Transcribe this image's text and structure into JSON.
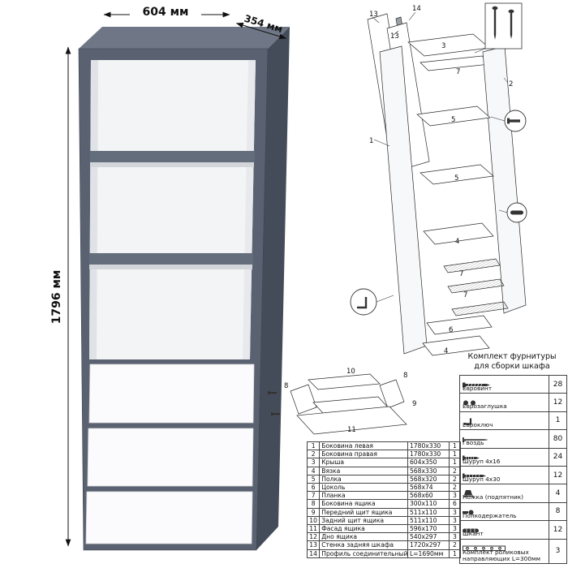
{
  "dimensions": {
    "width": "604 мм",
    "depth": "354 мм",
    "height": "1796 мм"
  },
  "exploded": {
    "labels": [
      "13",
      "13",
      "14",
      "3",
      "7",
      "2",
      "5",
      "5",
      "1",
      "4",
      "7",
      "7",
      "6",
      "4"
    ]
  },
  "drawer": {
    "labels": [
      "10",
      "8",
      "8",
      "9",
      "11"
    ]
  },
  "parts": {
    "rows": [
      {
        "num": "1",
        "name": "Боковина левая",
        "size": "1780x330",
        "qty": "1"
      },
      {
        "num": "2",
        "name": "Боковина правая",
        "size": "1780x330",
        "qty": "1"
      },
      {
        "num": "3",
        "name": "Крыша",
        "size": "604x350",
        "qty": "1"
      },
      {
        "num": "4",
        "name": "Вязка",
        "size": "568x330",
        "qty": "2"
      },
      {
        "num": "5",
        "name": "Полка",
        "size": "568x320",
        "qty": "2"
      },
      {
        "num": "6",
        "name": "Цоколь",
        "size": "568x74",
        "qty": "2"
      },
      {
        "num": "7",
        "name": "Планка",
        "size": "568x60",
        "qty": "3"
      },
      {
        "num": "8",
        "name": "Боковина ящика",
        "size": "300x110",
        "qty": "6"
      },
      {
        "num": "9",
        "name": "Передний щит ящика",
        "size": "511x110",
        "qty": "3"
      },
      {
        "num": "10",
        "name": "Задний щит ящика",
        "size": "511x110",
        "qty": "3"
      },
      {
        "num": "11",
        "name": "Фасад ящика",
        "size": "596x170",
        "qty": "3"
      },
      {
        "num": "12",
        "name": "Дно ящика",
        "size": "540x297",
        "qty": "3"
      },
      {
        "num": "13",
        "name": "Стенка задняя шкафа",
        "size": "1720x297",
        "qty": "2"
      },
      {
        "num": "14",
        "name": "Профиль соединительный",
        "size": "L=1690мм",
        "qty": "1"
      }
    ]
  },
  "hardware": {
    "title_line1": "Комплект фурнитуры",
    "title_line2": "для сборки шкафа",
    "items": [
      {
        "icon": "eurobolt",
        "name": "Евровинт",
        "qty": "28"
      },
      {
        "icon": "cap",
        "name": "Еврозаглушка",
        "qty": "12"
      },
      {
        "icon": "hexkey",
        "name": "Евроключ",
        "qty": "1"
      },
      {
        "icon": "nail",
        "name": "Гвоздь",
        "qty": "80"
      },
      {
        "icon": "screw",
        "name": "Шуруп 4x16",
        "qty": "24"
      },
      {
        "icon": "screwlong",
        "name": "Шуруп 4x30",
        "qty": "12"
      },
      {
        "icon": "foot",
        "name": "Ножка (подпятник)",
        "qty": "4"
      },
      {
        "icon": "shelfpin",
        "name": "Полкодержатель",
        "qty": "8"
      },
      {
        "icon": "dowel",
        "name": "Шкант",
        "qty": "12"
      },
      {
        "icon": "rail",
        "name": "Комплект роликовых направляющих L=300мм",
        "qty": "3"
      }
    ]
  }
}
